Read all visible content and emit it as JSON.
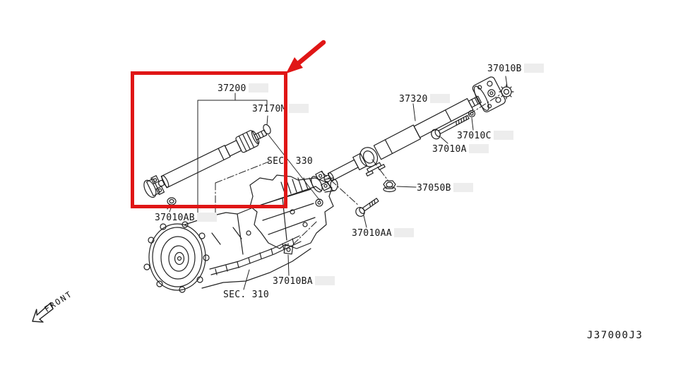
{
  "diagram": {
    "code": "J37000J3",
    "orientation_label": "FRONT",
    "section_refs": {
      "sec330": "SEC. 330",
      "sec310": "SEC. 310"
    },
    "parts": {
      "p37200": "37200",
      "p37170M": "37170M",
      "p37320": "37320",
      "p37010B": "37010B",
      "p37010C": "37010C",
      "p37010A": "37010A",
      "p37050B": "37050B",
      "p37010AA": "37010AA",
      "p37010AB": "37010AB",
      "p37010BA": "37010BA"
    },
    "colors": {
      "highlight_red": "#e01616",
      "line_black": "#222222",
      "label_highlight_gray": "#ededed"
    }
  }
}
